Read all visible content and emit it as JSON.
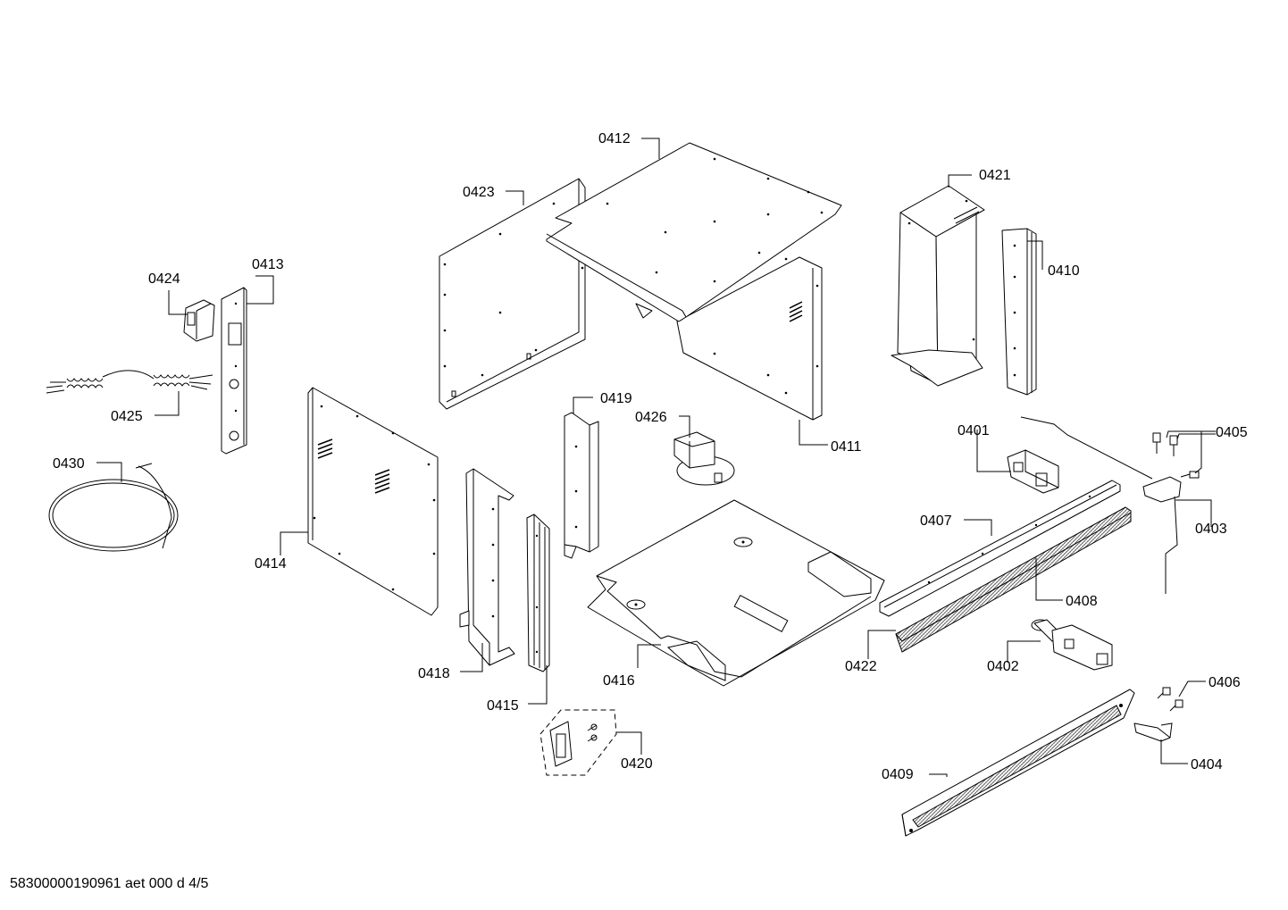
{
  "footer": {
    "drawing_code": "58300000190961 aet 000 d 4/5"
  },
  "labels": {
    "p0401": "0401",
    "p0402": "0402",
    "p0403": "0403",
    "p0404": "0404",
    "p0405": "0405",
    "p0406": "0406",
    "p0407": "0407",
    "p0408": "0408",
    "p0409": "0409",
    "p0410": "0410",
    "p0411": "0411",
    "p0412": "0412",
    "p0413": "0413",
    "p0414": "0414",
    "p0415": "0415",
    "p0416": "0416",
    "p0418": "0418",
    "p0419": "0419",
    "p0420": "0420",
    "p0421": "0421",
    "p0422": "0422",
    "p0423": "0423",
    "p0424": "0424",
    "p0425": "0425",
    "p0426": "0426",
    "p0430": "0430"
  },
  "colors": {
    "line": "#000000",
    "background": "#ffffff"
  }
}
